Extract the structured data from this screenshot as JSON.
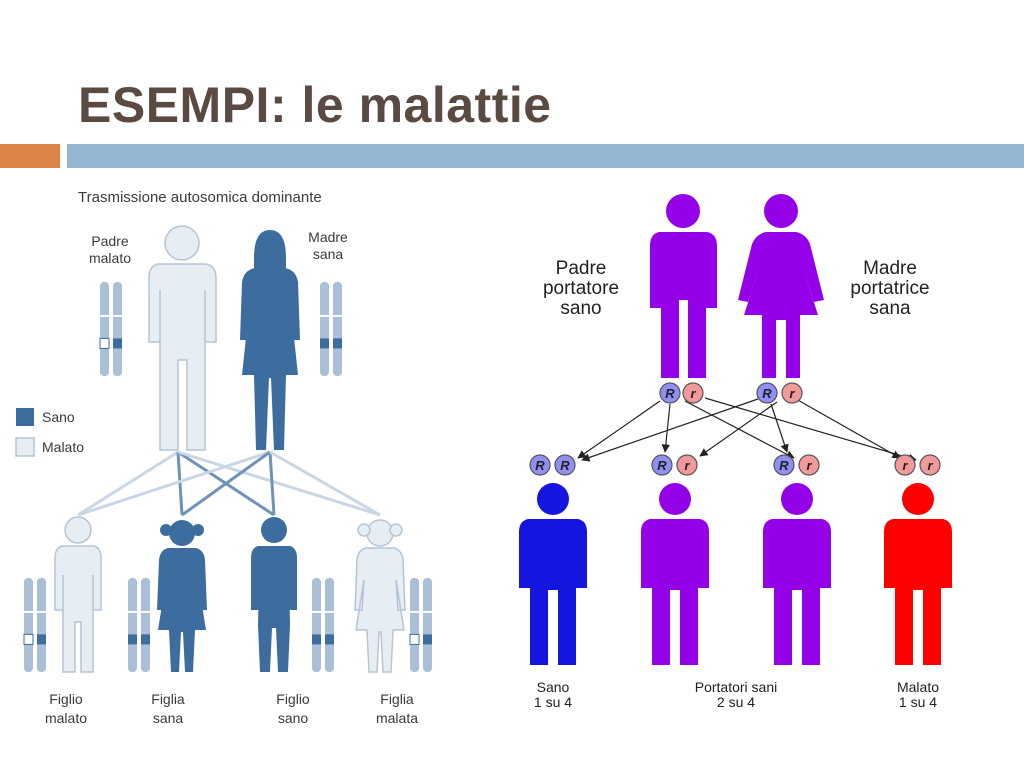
{
  "slide": {
    "title": "ESEMPI: le malattie",
    "accent_colors": {
      "orange": "#dd8448",
      "blue": "#93b6d3",
      "title": "#5a4a42"
    }
  },
  "left_diagram": {
    "title": "Trasmissione autosomica dominante",
    "father": "Padre|malato",
    "mother": "Madre|sana",
    "legend_healthy": "Sano",
    "legend_sick": "Malato",
    "children": [
      "Figlio|malato",
      "Figlia|sana",
      "Figlio|sano",
      "Figlia|malata"
    ],
    "colors": {
      "healthy": "#3d6d9e",
      "sick": "#e6edf3",
      "sick_outline": "#b4c5d6",
      "chromosome": "#a9c0d6"
    }
  },
  "right_diagram": {
    "father": "Padre|portatore|sano",
    "mother": "Madre|portatrice|sana",
    "allele_dominant": "R",
    "allele_recessive": "r",
    "children": [
      {
        "label": "Sano|1 su 4",
        "color": "#1515e0",
        "alleles": [
          "R",
          "R"
        ]
      },
      {
        "label": "",
        "color": "#9400e8",
        "alleles": [
          "R",
          "r"
        ]
      },
      {
        "label": "",
        "color": "#9400e8",
        "alleles": [
          "R",
          "r"
        ]
      },
      {
        "label": "Malato|1 su 4",
        "color": "#ff0000",
        "alleles": [
          "r",
          "r"
        ]
      }
    ],
    "carriers_label": "Portatori sani|2 su 4",
    "colors": {
      "parent": "#9400e8",
      "allele_R": "#8f8ff4",
      "allele_r": "#f29a9a"
    }
  }
}
